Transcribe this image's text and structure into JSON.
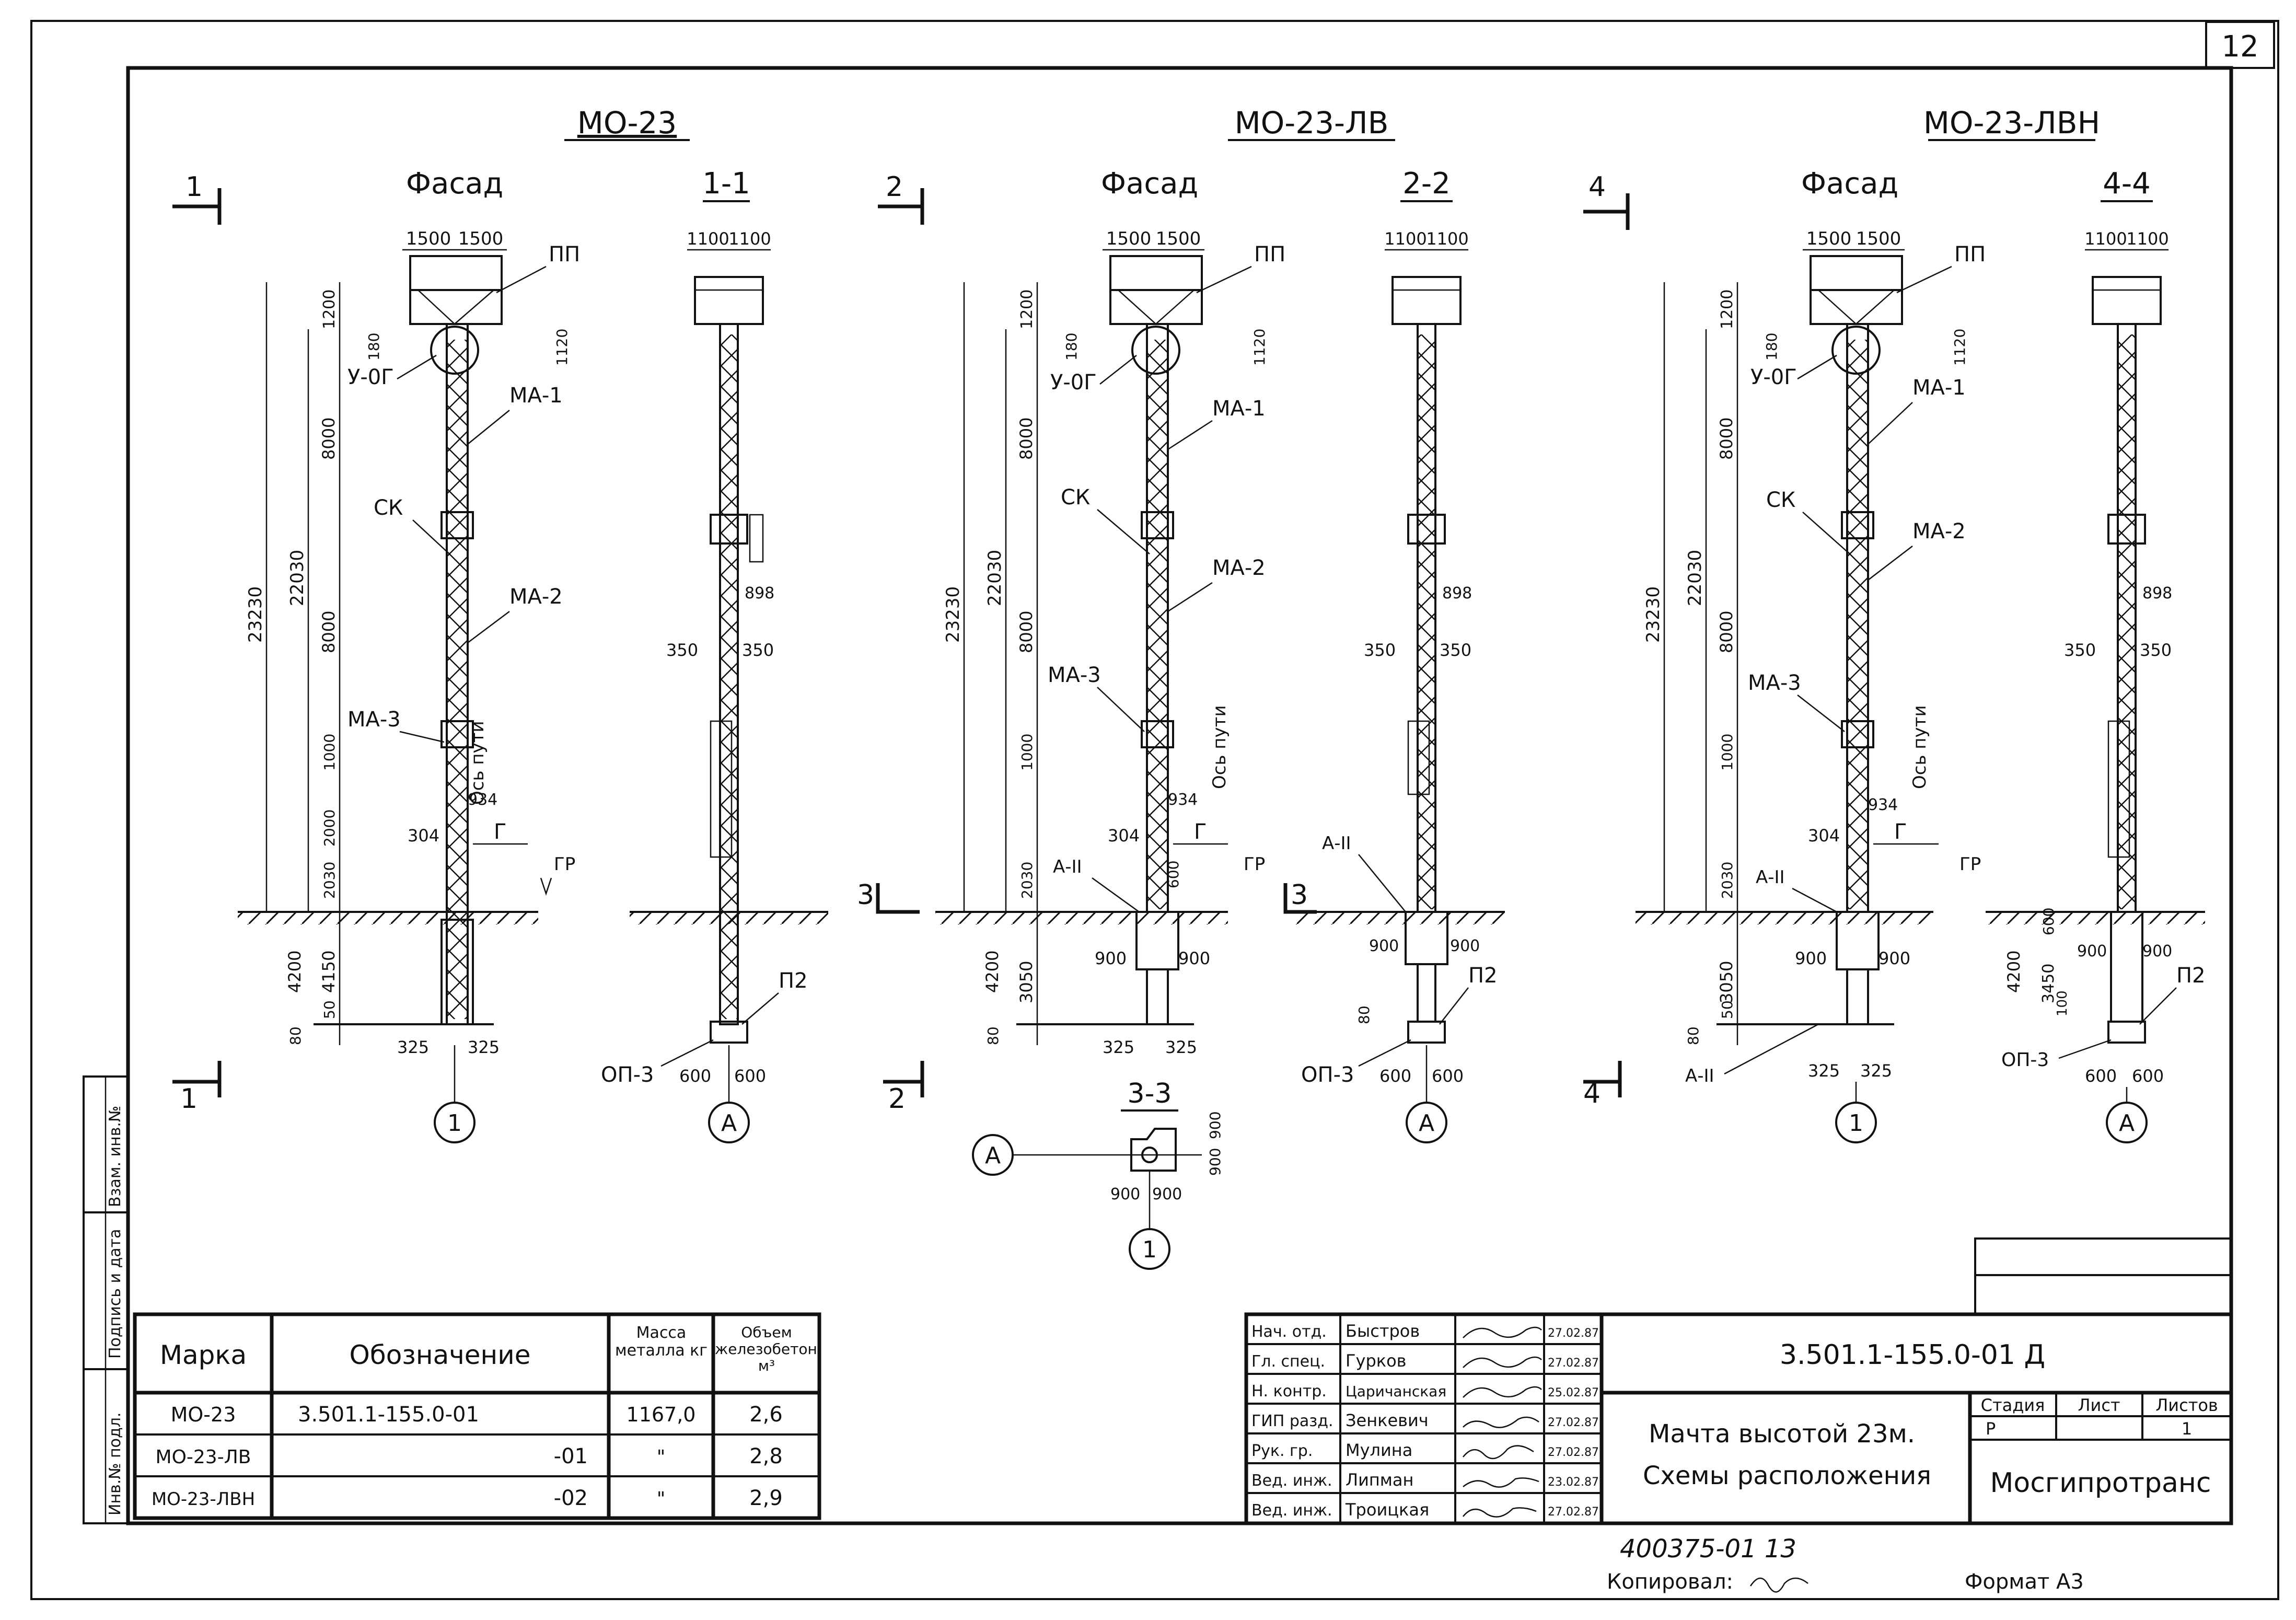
{
  "sheet": {
    "page_number": "12",
    "copy_label": "Копировал:",
    "format_label": "Формат А3",
    "inventory_number": "400375-01 13",
    "side_stamp": [
      "Инв.№ подл.",
      "Подпись и дата",
      "Взам. инв.№"
    ]
  },
  "top_labels": [
    "МО-23",
    "МО-23-ЛВ",
    "МО-23-ЛВН"
  ],
  "view_labels": {
    "facade": "Фасад",
    "section_1": "1-1",
    "section_2": "2-2",
    "section_3": "3-3",
    "section_4": "4-4",
    "cut_1": "1",
    "cut_2": "2",
    "cut_3": "3",
    "cut_4": "4"
  },
  "part_labels": {
    "pp": "ПП",
    "u0g": "У-0Г",
    "ma1": "МА-1",
    "ma2": "МА-2",
    "ma3": "МА-3",
    "ck": "СК",
    "op3": "ОП-3",
    "p2": "П2",
    "a2": "А-II",
    "track_axis": "Ось пути",
    "g": "Г",
    "gr": "ГР",
    "axis_1": "1",
    "axis_a": "А"
  },
  "dims": {
    "d1500": "1500",
    "d1100": "1100",
    "d1200": "1200",
    "d180": "180",
    "d1120": "1120",
    "d23230": "23230",
    "d22030": "22030",
    "d8000": "8000",
    "d1000": "1000",
    "d2030": "2030",
    "d4200": "4200",
    "d4150": "4150",
    "d3050": "3050",
    "d3450": "3450",
    "d50": "50",
    "d80": "80",
    "d600": "600",
    "d100": "100",
    "d325": "325",
    "d304": "304",
    "d934": "934",
    "d898": "898",
    "d350": "350",
    "d900": "900",
    "d2000": "2000"
  },
  "marks_table": {
    "headers": [
      "Марка",
      "Обозначение",
      "Масса металла кг",
      "Объем железобетона, м³"
    ],
    "rows": [
      [
        "МО-23",
        "3.501.1-155.0-01",
        "1167,0",
        "2,6"
      ],
      [
        "МО-23-ЛВ",
        "-01",
        "\"",
        "2,8"
      ],
      [
        "МО-23-ЛВН",
        "-02",
        "\"",
        "2,9"
      ]
    ]
  },
  "title_block": {
    "code": "3.501.1-155.0-01 Д",
    "title_line1": "Мачта высотой 23м.",
    "title_line2": "Схемы расположения",
    "organization": "Мосгипротранс",
    "stage_headers": [
      "Стадия",
      "Лист",
      "Листов"
    ],
    "stage_values": [
      "Р",
      "",
      "1"
    ],
    "staff": [
      {
        "role": "Нач. отд.",
        "name": "Быстров",
        "date": "27.02.87"
      },
      {
        "role": "Гл. спец.",
        "name": "Гурков",
        "date": "27.02.87"
      },
      {
        "role": "Н. контр.",
        "name": "Царичанская",
        "date": "25.02.87"
      },
      {
        "role": "ГИП разд.",
        "name": "Зенкевич",
        "date": "27.02.87"
      },
      {
        "role": "Рук. гр.",
        "name": "Мулина",
        "date": "27.02.87"
      },
      {
        "role": "Вед. инж.",
        "name": "Липман",
        "date": "23.02.87"
      },
      {
        "role": "Вед. инж.",
        "name": "Троицкая",
        "date": "27.02.87"
      }
    ]
  }
}
